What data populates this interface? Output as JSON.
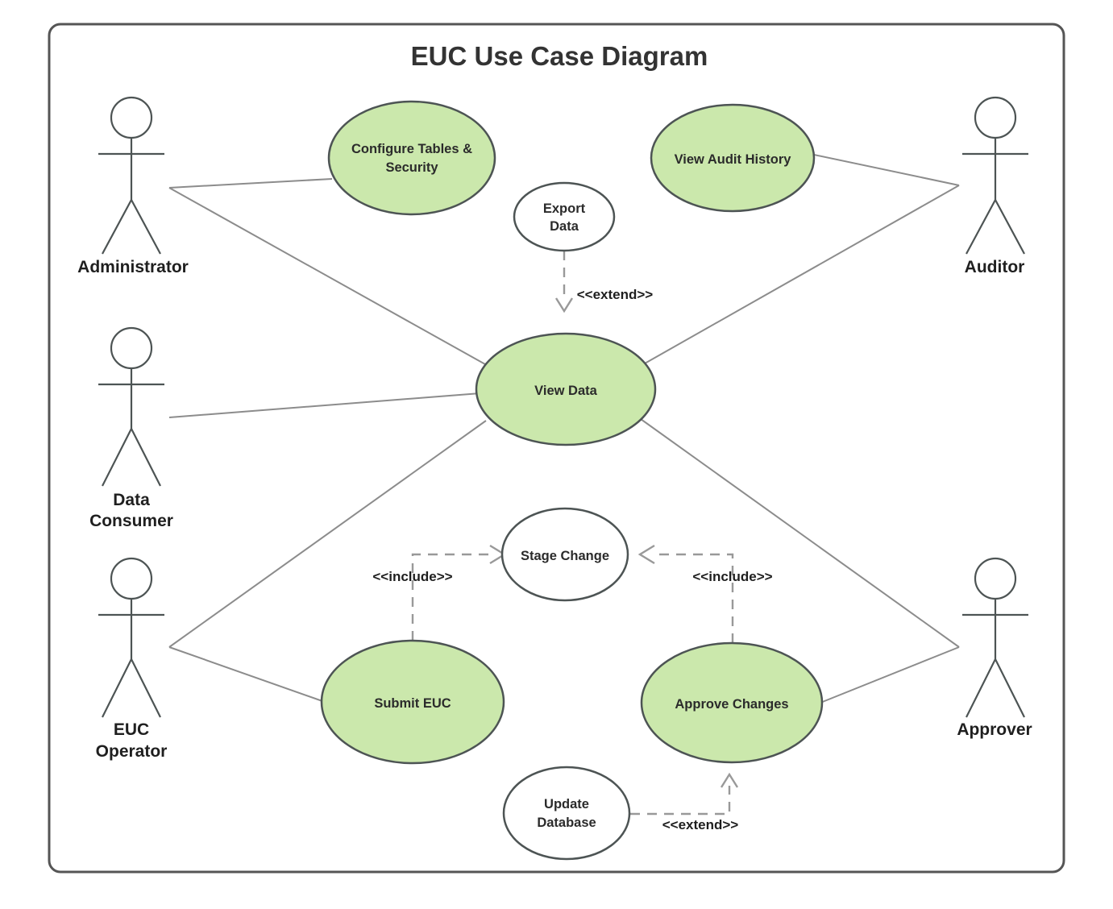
{
  "diagram": {
    "title": "EUC Use Case Diagram",
    "type": "uml-use-case-diagram",
    "colors": {
      "usecase_fill_highlight": "#cbe8ac",
      "usecase_fill_plain": "#ffffff",
      "usecase_stroke": "#4d5454",
      "association_stroke": "#8c8c8c",
      "relationship_stroke": "#999999",
      "frame_stroke": "#555555",
      "background": "#ffffff",
      "text": "#1f1f1f"
    }
  },
  "actors": [
    {
      "id": "administrator",
      "label": "Administrator",
      "label_lines": [
        "Administrator"
      ]
    },
    {
      "id": "data-consumer",
      "label": "Data Consumer",
      "label_lines": [
        "Data",
        "Consumer"
      ]
    },
    {
      "id": "euc-operator",
      "label": "EUC Operator",
      "label_lines": [
        "EUC",
        "Operator"
      ]
    },
    {
      "id": "auditor",
      "label": "Auditor",
      "label_lines": [
        "Auditor"
      ]
    },
    {
      "id": "approver",
      "label": "Approver",
      "label_lines": [
        "Approver"
      ]
    }
  ],
  "use_cases": [
    {
      "id": "configure-tables-security",
      "label": "Configure Tables & Security",
      "label_lines": [
        "Configure Tables &",
        "Security"
      ],
      "highlighted": true
    },
    {
      "id": "view-audit-history",
      "label": "View Audit History",
      "label_lines": [
        "View Audit History"
      ],
      "highlighted": true
    },
    {
      "id": "export-data",
      "label": "Export Data",
      "label_lines": [
        "Export",
        "Data"
      ],
      "highlighted": false
    },
    {
      "id": "view-data",
      "label": "View Data",
      "label_lines": [
        "View Data"
      ],
      "highlighted": true
    },
    {
      "id": "stage-change",
      "label": "Stage Change",
      "label_lines": [
        "Stage Change"
      ],
      "highlighted": false
    },
    {
      "id": "submit-euc",
      "label": "Submit EUC",
      "label_lines": [
        "Submit EUC"
      ],
      "highlighted": true
    },
    {
      "id": "approve-changes",
      "label": "Approve Changes",
      "label_lines": [
        "Approve Changes"
      ],
      "highlighted": true
    },
    {
      "id": "update-database",
      "label": "Update Database",
      "label_lines": [
        "Update",
        "Database"
      ],
      "highlighted": false
    }
  ],
  "associations": [
    {
      "from": "administrator",
      "to": "configure-tables-security"
    },
    {
      "from": "administrator",
      "to": "view-data"
    },
    {
      "from": "data-consumer",
      "to": "view-data"
    },
    {
      "from": "auditor",
      "to": "view-audit-history"
    },
    {
      "from": "auditor",
      "to": "view-data"
    },
    {
      "from": "euc-operator",
      "to": "view-data"
    },
    {
      "from": "euc-operator",
      "to": "submit-euc"
    },
    {
      "from": "approver",
      "to": "view-data"
    },
    {
      "from": "approver",
      "to": "approve-changes"
    }
  ],
  "relationships": [
    {
      "id": "rel-export-extend",
      "from": "export-data",
      "to": "view-data",
      "stereotype": "<<extend>>"
    },
    {
      "id": "rel-submit-include",
      "from": "submit-euc",
      "to": "stage-change",
      "stereotype": "<<include>>"
    },
    {
      "id": "rel-approve-include",
      "from": "approve-changes",
      "to": "stage-change",
      "stereotype": "<<include>>"
    },
    {
      "id": "rel-update-extend",
      "from": "update-database",
      "to": "approve-changes",
      "stereotype": "<<extend>>"
    }
  ]
}
